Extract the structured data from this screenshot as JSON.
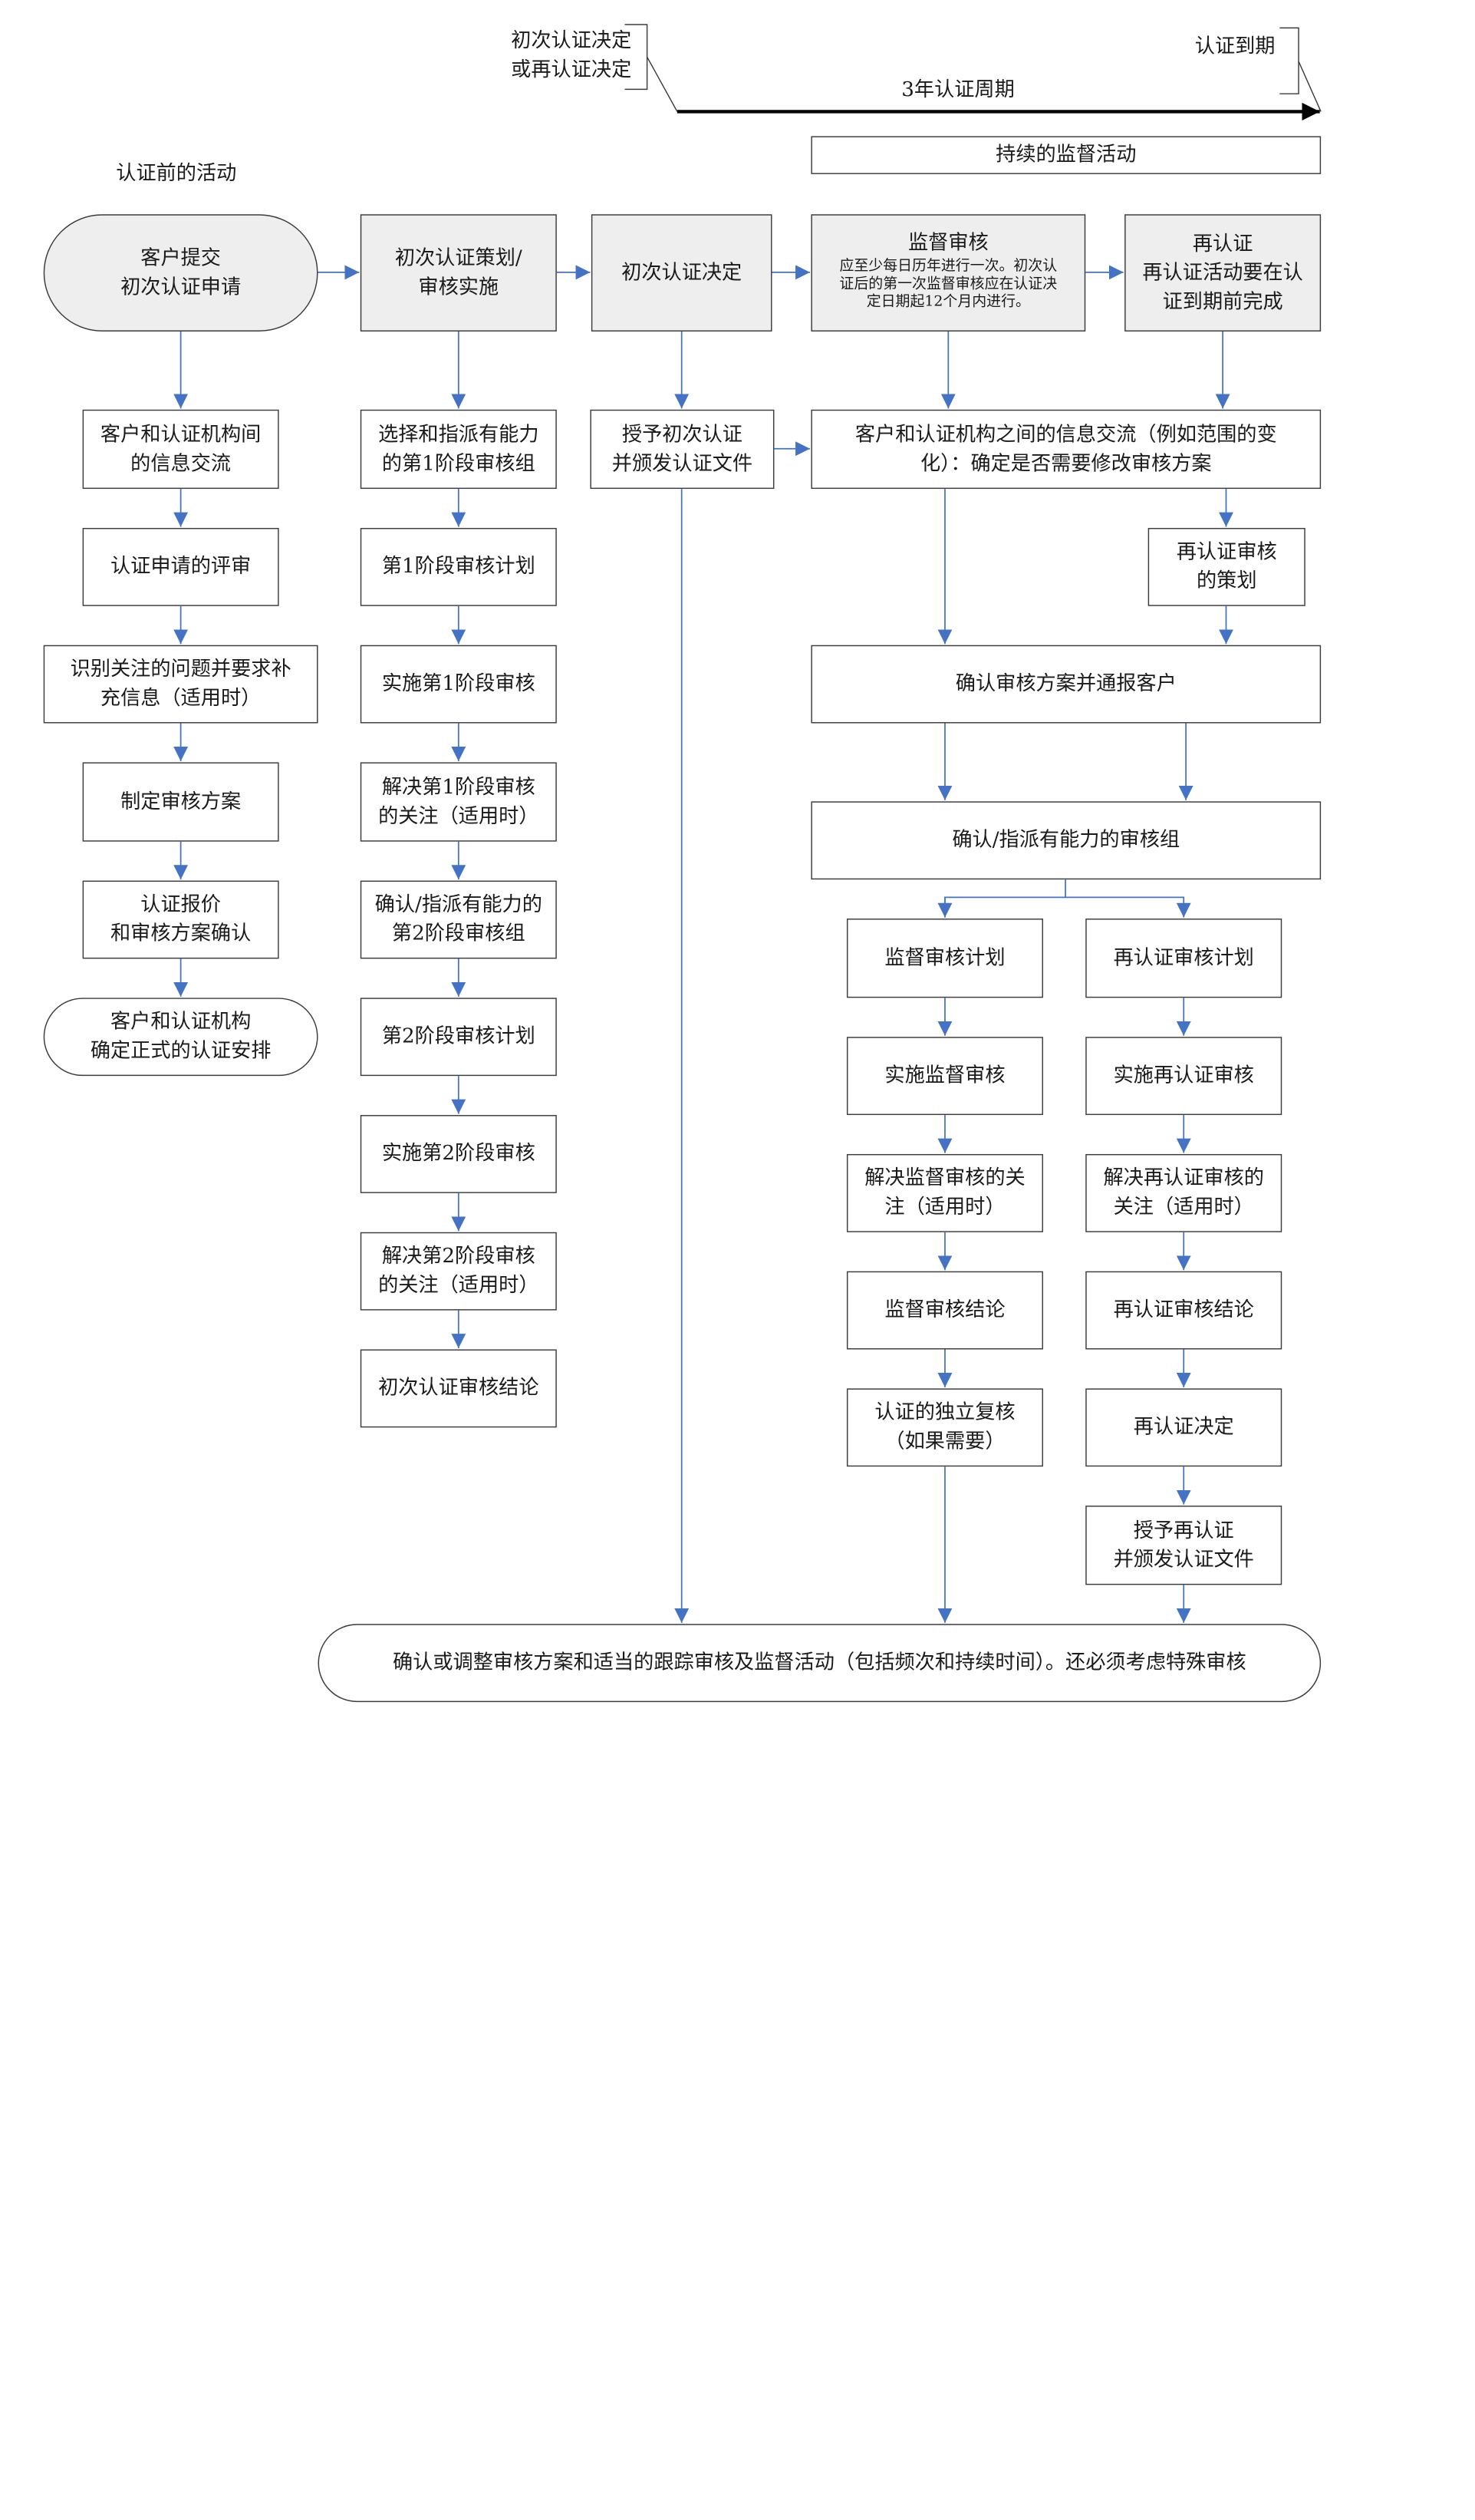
{
  "timeline": {
    "start_label": "初次认证决定\n或再认证决定",
    "end_label": "认证到期",
    "period_label": "3年认证周期",
    "continuous_label": "持续的监督活动"
  },
  "pre_cert_title": "认证前的活动",
  "nodes": {
    "n_apply": "客户提交\n初次认证申请",
    "n_info": "客户和认证机构间\n的信息交流",
    "n_review": "认证申请的评审",
    "n_identify": "识别关注的问题并要求补\n充信息（适用时）",
    "n_program": "制定审核方案",
    "n_quote": "认证报价\n和审核方案确认",
    "n_arrange": "客户和认证机构\n确定正式的认证安排",
    "n_plan_initial": "初次认证策划/\n审核实施",
    "n_select1": "选择和指派有能力\n的第1阶段审核组",
    "n_stage1_plan": "第1阶段审核计划",
    "n_stage1_do": "实施第1阶段审核",
    "n_stage1_resolve": "解决第1阶段审核\n的关注（适用时）",
    "n_select2": "确认/指派有能力的\n第2阶段审核组",
    "n_stage2_plan": "第2阶段审核计划",
    "n_stage2_do": "实施第2阶段审核",
    "n_stage2_resolve": "解决第2阶段审核\n的关注（适用时）",
    "n_initial_conclusion": "初次认证审核结论",
    "n_initial_decision": "初次认证决定",
    "n_grant_initial": "授予初次认证\n并颁发认证文件",
    "n_surv_title": "监督审核",
    "n_surv_sub": "应至少每日历年进行一次。初次认\n证后的第一次监督审核应在认证决\n定日期起12个月内进行。",
    "n_recert_head": "再认证\n再认证活动要在认\n证到期前完成",
    "n_exchange": "客户和认证机构之间的信息交流（例如范围的变\n化）：确定是否需要修改审核方案",
    "n_recert_plan": "再认证审核\n的策划",
    "n_confirm_program": "确认审核方案并通报客户",
    "n_confirm_team": "确认/指派有能力的审核组",
    "n_surv_plan": "监督审核计划",
    "n_surv_do": "实施监督审核",
    "n_surv_resolve": "解决监督审核的关\n注（适用时）",
    "n_surv_conclusion": "监督审核结论",
    "n_indep_review": "认证的独立复核\n（如果需要）",
    "n_recert_audit_plan": "再认证审核计划",
    "n_recert_do": "实施再认证审核",
    "n_recert_resolve": "解决再认证审核的\n关注（适用时）",
    "n_recert_conclusion": "再认证审核结论",
    "n_recert_decision": "再认证决定",
    "n_grant_recert": "授予再认证\n并颁发认证文件",
    "n_final": "确认或调整审核方案和适当的跟踪审核及监督活动（包括频次和持续时间）。还必须考虑特殊审核"
  },
  "colors": {
    "arrow": "#4472c4",
    "box_border": "#3c3c3c",
    "grey_fill": "#eeeeee",
    "timeline": "#000000"
  }
}
